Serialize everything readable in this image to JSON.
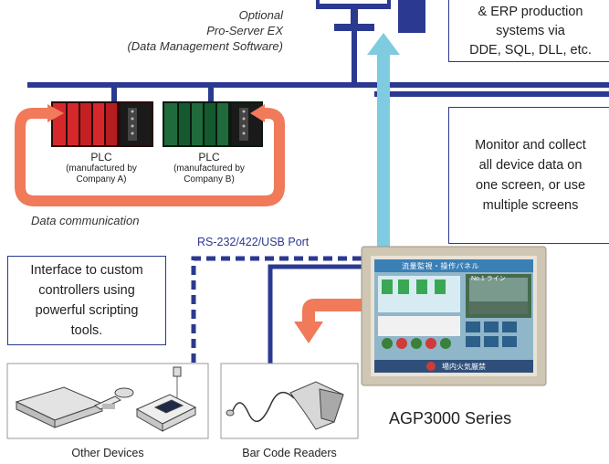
{
  "software": {
    "line1": "Optional",
    "line2": "Pro-Server EX",
    "line3": "(Data Management Software)"
  },
  "erp_box": {
    "line1": "& ERP production",
    "line2": "systems via",
    "line3": "DDE, SQL, DLL, etc."
  },
  "monitor_box": {
    "line1": "Monitor and collect",
    "line2": "all device data on",
    "line3": "one screen, or use",
    "line4": "multiple screens"
  },
  "plc_a": {
    "title": "PLC",
    "sub1": "(manufactured by",
    "sub2": "Company A)"
  },
  "plc_b": {
    "title": "PLC",
    "sub1": "(manufactured by",
    "sub2": "Company B)"
  },
  "data_communication": "Data communication",
  "port_label": "RS-232/422/USB Port",
  "interface_box": {
    "line1": "Interface to custom",
    "line2": "controllers using",
    "line3": "powerful scripting",
    "line4": "tools."
  },
  "other_devices": "Other Devices",
  "bar_code_readers": "Bar Code Readers",
  "agp_series": "AGP3000 Series",
  "hmi_screen": {
    "title": "流量監視・操作パネル",
    "sub": "No.1 ライン",
    "bottom": "場内火気厳禁"
  },
  "colors": {
    "network_blue": "#2b3990",
    "arrow_light_blue": "#7fcbe0",
    "arrow_orange": "#f07a5a",
    "plc_red": "#d6282b",
    "plc_green": "#1f6b3b"
  }
}
